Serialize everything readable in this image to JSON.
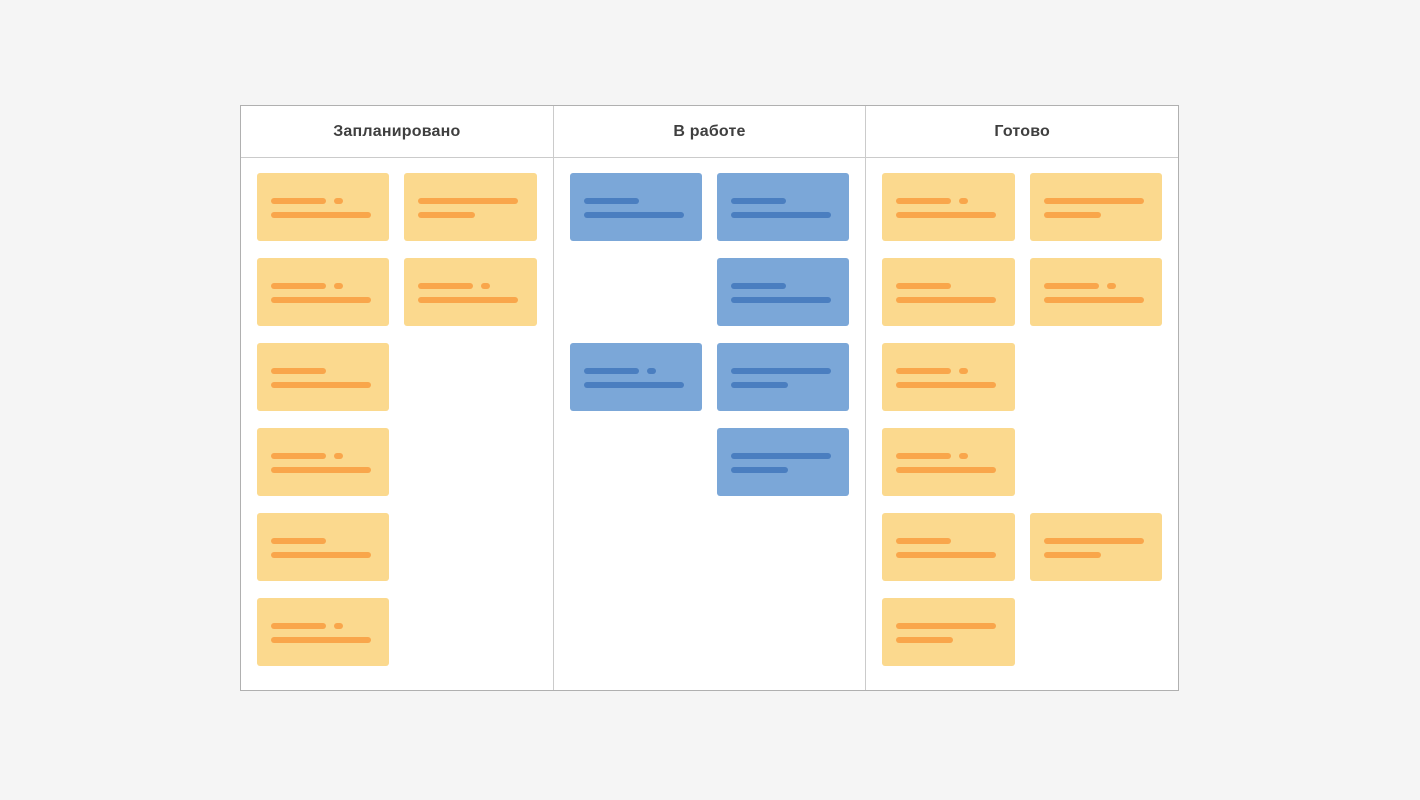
{
  "page": {
    "background_color": "#f5f5f5"
  },
  "board": {
    "background_color": "#ffffff",
    "border_color": "#b0b0b0",
    "divider_color": "#cbcbcb",
    "header_text_color": "#3f3f3f",
    "colors": {
      "card_yellow": "#fbd98e",
      "card_yellow_line": "#f9a64b",
      "card_blue": "#7ba7d8",
      "card_blue_line": "#4a7ec0"
    },
    "card_patterns": {
      "p1": {
        "line1": [
          55,
          9
        ],
        "line2": [
          100
        ]
      },
      "p2": {
        "line1": [
          100
        ],
        "line2": [
          57
        ]
      },
      "p3": {
        "line1": [
          55
        ],
        "line2": [
          100
        ]
      }
    },
    "columns": [
      {
        "id": "planned",
        "title": "Запланировано",
        "card_style": "yellow",
        "card_count": 8,
        "rows": [
          [
            "p1",
            "p2"
          ],
          [
            "p1",
            "p1"
          ],
          [
            "p3",
            null
          ],
          [
            "p1",
            null
          ],
          [
            "p3",
            null
          ],
          [
            "p1",
            null
          ]
        ]
      },
      {
        "id": "in-progress",
        "title": "В работе",
        "card_style": "blue",
        "card_count": 6,
        "rows": [
          [
            "p3",
            "p3"
          ],
          [
            null,
            "p3"
          ],
          [
            "p1",
            "p2"
          ],
          [
            null,
            "p2"
          ]
        ]
      },
      {
        "id": "done",
        "title": "Готово",
        "card_style": "yellow",
        "card_count": 9,
        "rows": [
          [
            "p1",
            "p2"
          ],
          [
            "p3",
            "p1"
          ],
          [
            "p1",
            null
          ],
          [
            "p1",
            null
          ],
          [
            "p3",
            "p2"
          ],
          [
            "p2",
            null
          ]
        ]
      }
    ]
  }
}
